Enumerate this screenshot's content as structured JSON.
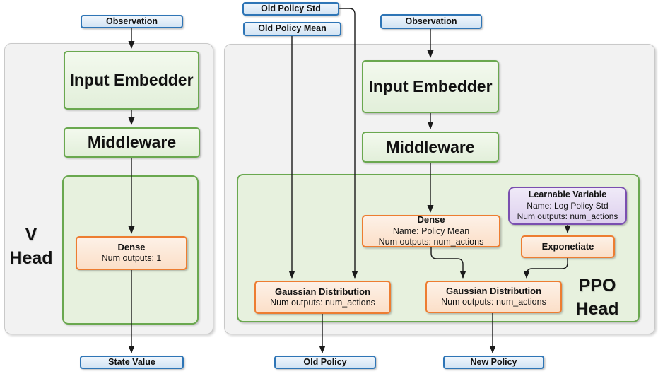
{
  "colors": {
    "blue_border": "#2e75b6",
    "blue_fill": "#d9e7f5",
    "green_border": "#6aa84f",
    "green_fill": "#e2efda",
    "orange_border": "#ed7d31",
    "orange_fill": "#fbe3cf",
    "purple_border": "#7a4fb0",
    "purple_fill": "#e3d8f0",
    "panel_fill": "#f2f2f2",
    "arrow": "#1a1a1a"
  },
  "v_network": {
    "observation_label": "Observation",
    "input_embedder_label": "Input Embedder",
    "middleware_label": "Middleware",
    "head_line1": "V",
    "head_line2": "Head",
    "dense": {
      "title": "Dense",
      "outputs": "Num outputs: 1"
    },
    "output_label": "State Value"
  },
  "ppo_network": {
    "old_policy_std_label": "Old Policy Std",
    "old_policy_mean_label": "Old Policy Mean",
    "observation_label": "Observation",
    "input_embedder_label": "Input Embedder",
    "middleware_label": "Middleware",
    "head_line1": "PPO",
    "head_line2": "Head",
    "dense_policy_mean": {
      "title": "Dense",
      "name": "Name: Policy Mean",
      "outputs": "Num outputs: num_actions"
    },
    "learnable_variable": {
      "title": "Learnable Variable",
      "name": "Name: Log Policy Std",
      "outputs": "Num outputs: num_actions"
    },
    "exponetiate_label": "Exponetiate",
    "gaussian_old": {
      "title": "Gaussian Distribution",
      "outputs": "Num outputs: num_actions"
    },
    "gaussian_new": {
      "title": "Gaussian Distribution",
      "outputs": "Num outputs: num_actions"
    },
    "old_policy_label": "Old Policy",
    "new_policy_label": "New Policy"
  }
}
